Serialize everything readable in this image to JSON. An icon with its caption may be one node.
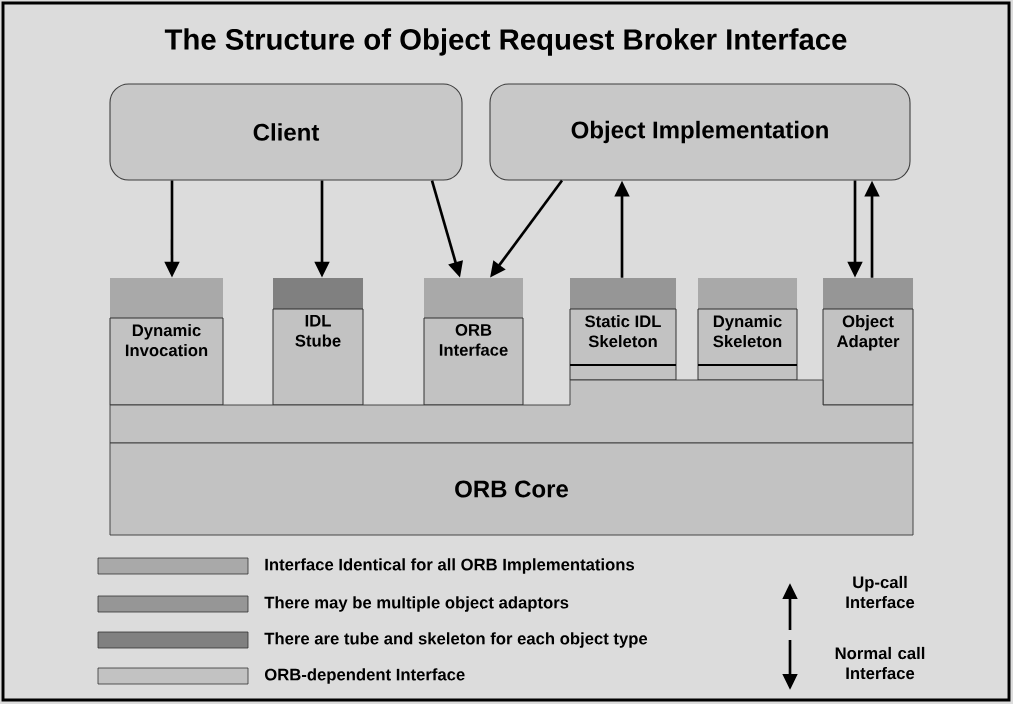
{
  "diagram": {
    "title": "The Structure of Object Request Broker Interface",
    "nodes": [
      {
        "text": [
          "Client"
        ]
      },
      {
        "text": [
          "Object Implementation"
        ]
      },
      {
        "text": [
          "Dynamic Invocation"
        ]
      },
      {
        "text": [
          "IDL Stube"
        ]
      },
      {
        "text": [
          "ORB Interface"
        ]
      },
      {
        "text": [
          "Static IDL Skeleton"
        ]
      },
      {
        "text": [
          "Dynamic Skeleton"
        ]
      },
      {
        "text": [
          "Object Adapter"
        ]
      },
      {
        "text": [],
        "shape": "bar"
      },
      {
        "text": [
          "ORB Core"
        ]
      }
    ],
    "edges": [
      {
        "from": 0,
        "to": 2,
        "arrow": "to"
      },
      {
        "from": 0,
        "to": 3,
        "arrow": "to"
      },
      {
        "from": 0,
        "to": 4,
        "arrow": "to"
      },
      {
        "from": 1,
        "to": 4,
        "arrow": "to"
      },
      {
        "from": 5,
        "to": 1,
        "arrow": "to"
      },
      {
        "from": 1,
        "to": 7,
        "arrow": "to"
      },
      {
        "from": 7,
        "to": 1,
        "arrow": "to"
      }
    ],
    "legend": [
      {
        "text": "Interface Identical for all ORB Implementations",
        "color": "#a9a9a9"
      },
      {
        "text": "There may be multiple object adaptors",
        "color": "#969696"
      },
      {
        "text": "There are tube and skeleton for each object type",
        "color": "#808080"
      },
      {
        "text": "ORB-dependent Interface",
        "color": "#c2c2c2"
      },
      {
        "text": "Up-call Interface"
      },
      {
        "text": "Normal call Interface"
      }
    ]
  }
}
